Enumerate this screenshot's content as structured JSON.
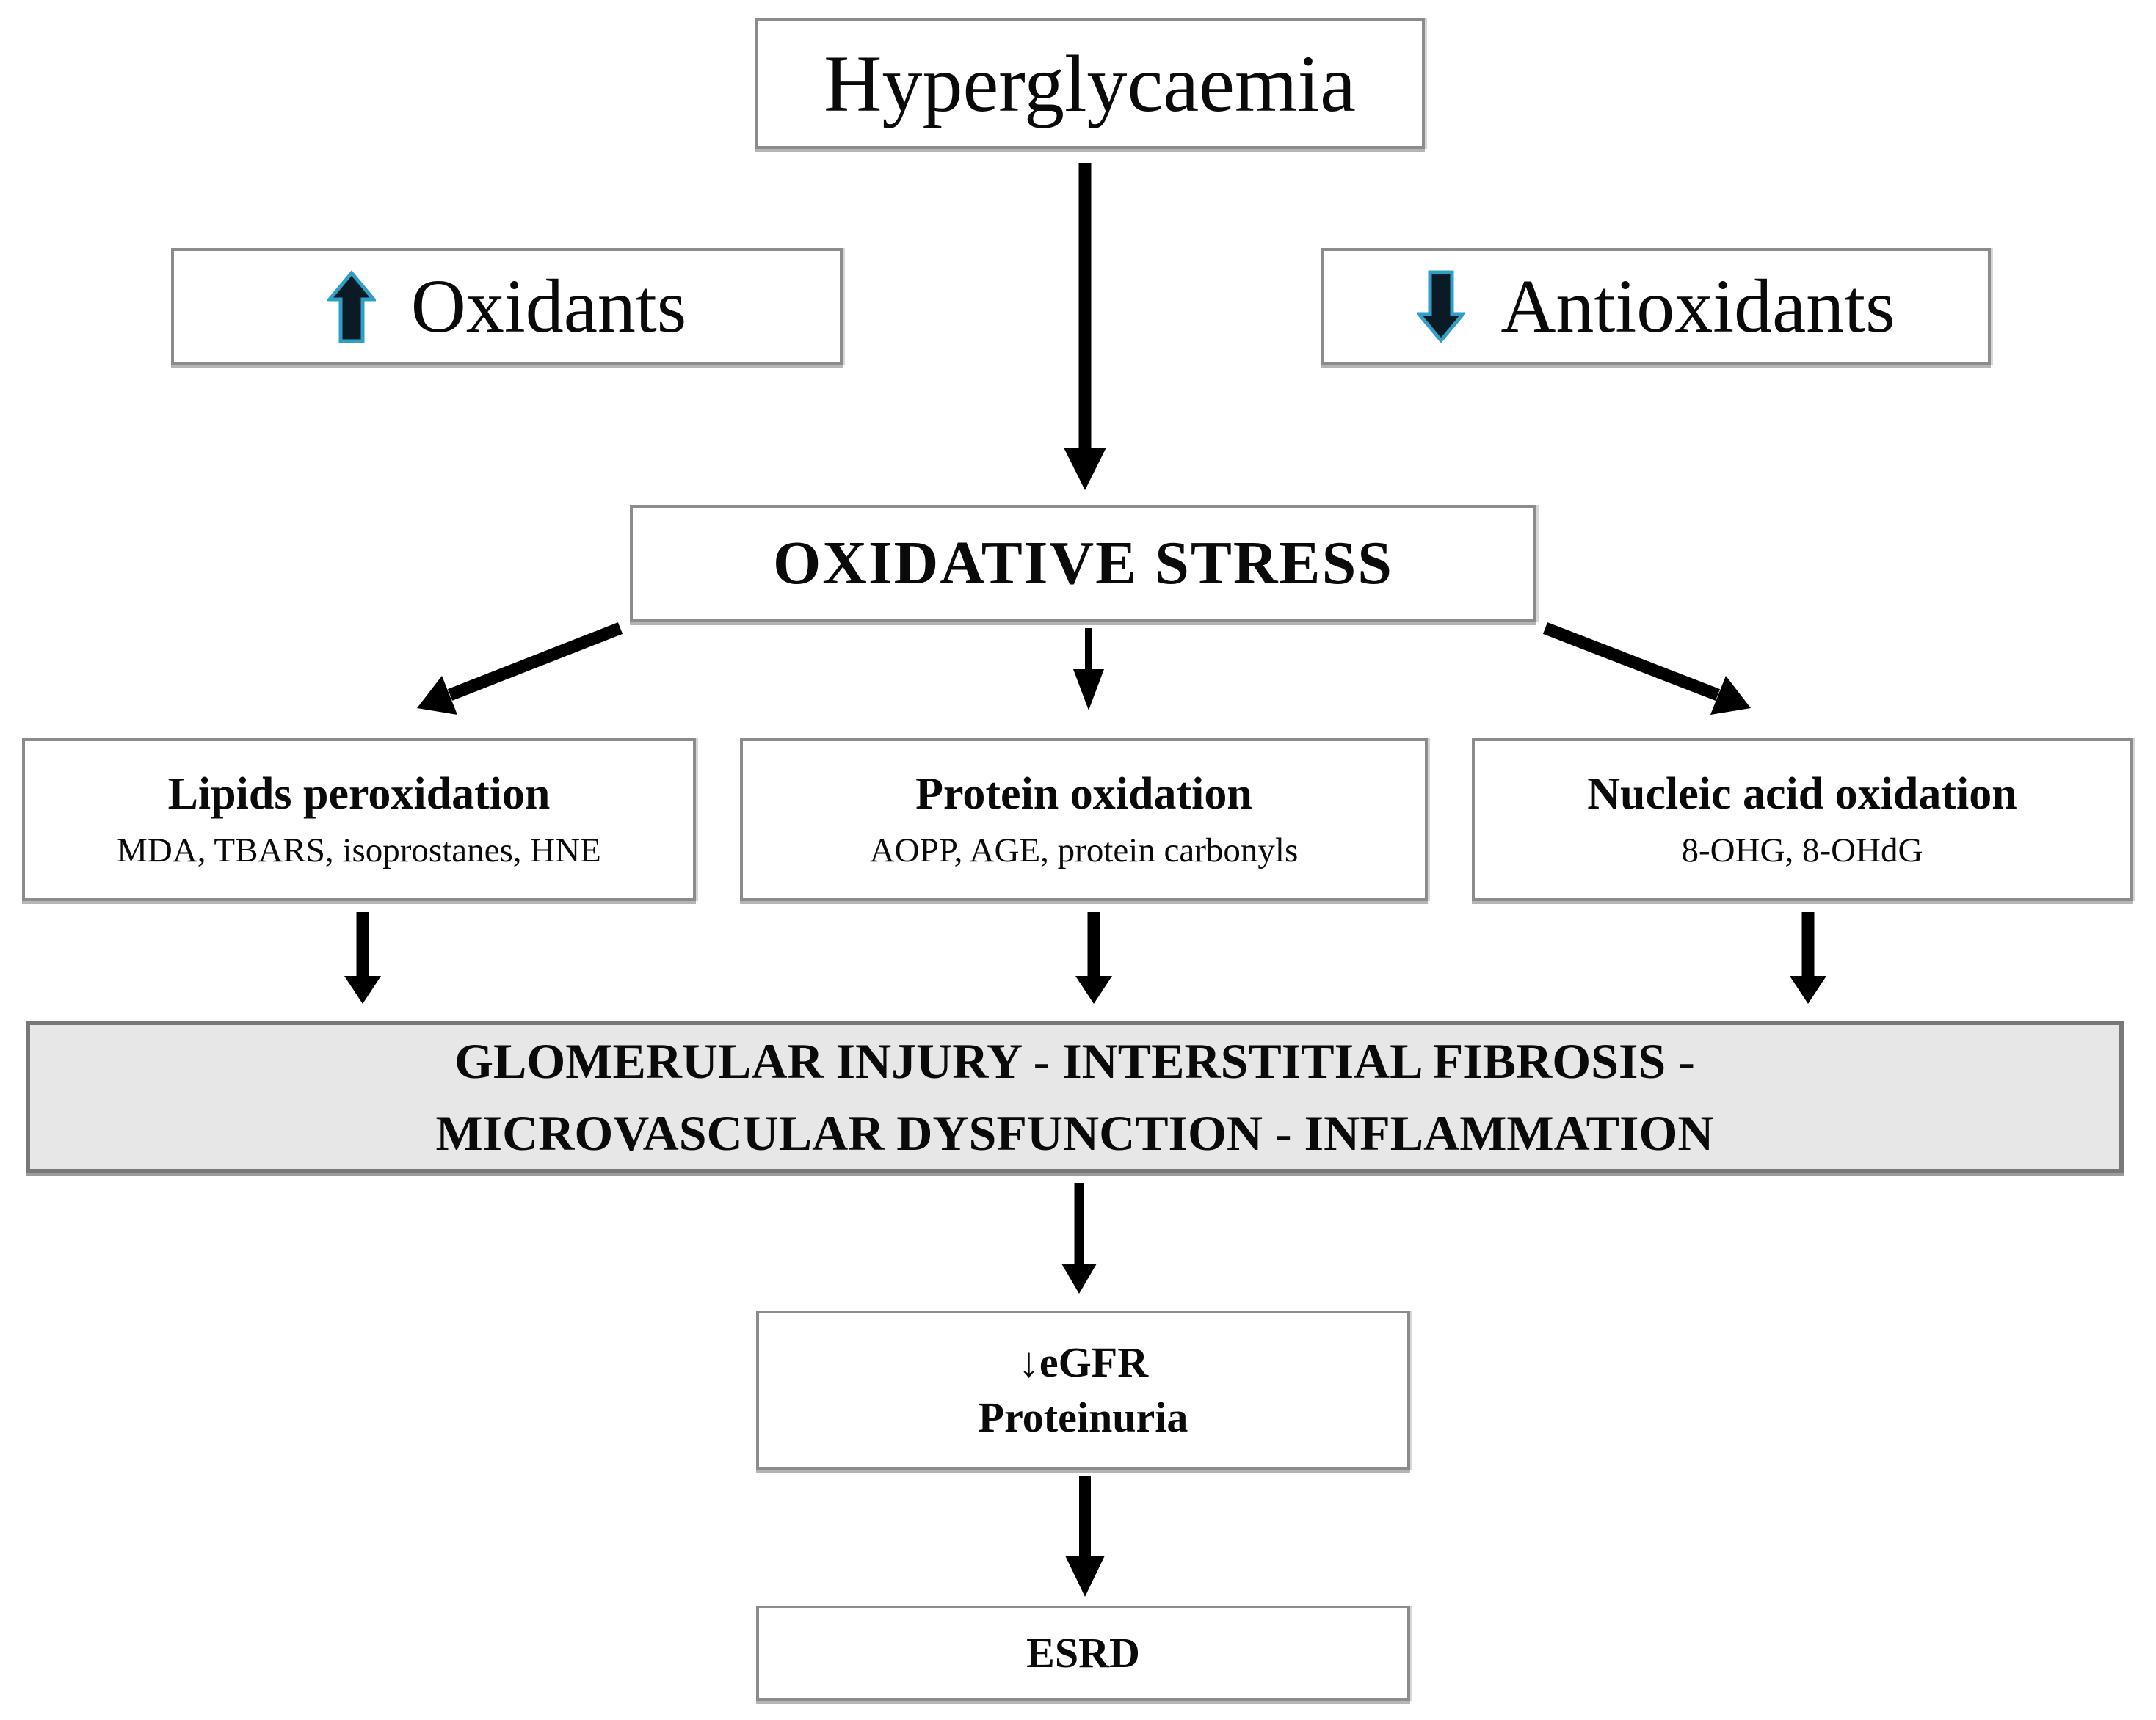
{
  "figure": {
    "description": "Flowchart of hyperglycaemia-induced oxidative stress leading to kidney damage",
    "nodes": {
      "hyperglycaemia": {
        "label": "Hyperglycaemia"
      },
      "oxidants": {
        "label": "Oxidants",
        "icon": "up-block-arrow"
      },
      "antioxidants": {
        "label": "Antioxidants",
        "icon": "down-block-arrow"
      },
      "oxidative_stress": {
        "label": "OXIDATIVE STRESS"
      },
      "lipids_peroxidation": {
        "title": "Lipids peroxidation",
        "markers": "MDA, TBARS, isoprostanes, HNE"
      },
      "protein_oxidation": {
        "title": "Protein oxidation",
        "markers": "AOPP, AGE, protein carbonyls"
      },
      "nucleic_acid_oxidation": {
        "title": "Nucleic acid oxidation",
        "markers": "8-OHG, 8-OHdG"
      },
      "renal_injury": {
        "line1": "GLOMERULAR INJURY - INTERSTITIAL FIBROSIS -",
        "line2": "MICROVASCULAR DYSFUNCTION - INFLAMMATION"
      },
      "kidney_function": {
        "line1": "↓eGFR",
        "line2": "Proteinuria"
      },
      "esrd": {
        "label": "ESRD"
      }
    },
    "colors": {
      "box_border": "#8c8c8c",
      "injury_box_background": "#e7e7e7",
      "injury_box_border": "#787878",
      "flow_arrow": "#000000",
      "trend_arrow_fill": "#0b1b26",
      "trend_arrow_stroke": "#2f9fc6",
      "text": "#0a0a0a",
      "background": "#ffffff"
    }
  }
}
